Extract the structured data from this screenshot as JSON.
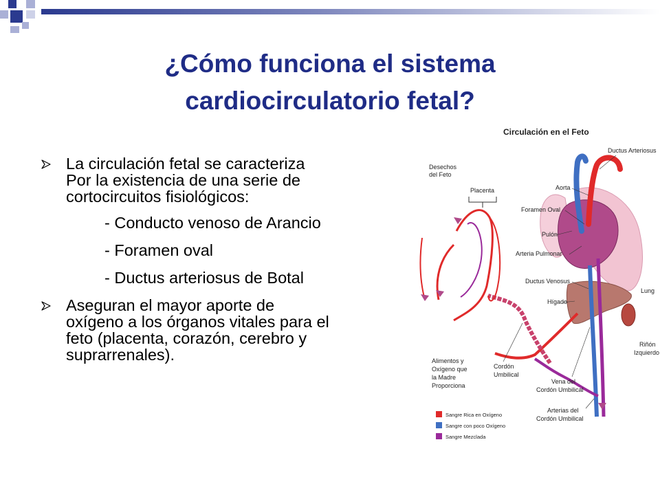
{
  "slide": {
    "title_lines": [
      "¿Cómo funciona el sistema",
      "cardiocirculatorio fetal?"
    ],
    "bullets": [
      {
        "lines": [
          "La circulación fetal se caracteriza",
          "Por la existencia de una serie de",
          "cortocircuitos fisiológicos:"
        ],
        "subitems": [
          "- Conducto venoso de Arancio",
          "- Foramen oval",
          "- Ductus arteriosus de Botal"
        ]
      },
      {
        "lines": [
          "Aseguran el mayor aporte de",
          "oxígeno a los órganos vitales para el",
          "feto (placenta, corazón, cerebro y",
          "suprarrenales)."
        ]
      }
    ]
  },
  "figure": {
    "title": "Circulación en el Feto",
    "labels": {
      "desechos": [
        "Desechos",
        "del Feto"
      ],
      "placenta": "Placenta",
      "ductus_arteriosus": "Ductus Arteriosus",
      "aorta": "Aorta",
      "foramen_oval": "Foramen Oval",
      "pulon": "Pulón",
      "arteria_pulmonar": "Arteria Pulmonar",
      "ductus_venosus": "Ductus Venosus",
      "higado": "Hígado",
      "lung": "Lung",
      "rinon": [
        "Riñón",
        "Izquierdo"
      ],
      "alimentos": [
        "Alimentos y",
        "Oxígeno que",
        "la Madre",
        "Proporciona"
      ],
      "cordon": [
        "Cordón",
        "Umbilical"
      ],
      "vena": [
        "Vena del",
        "Cordón Umbilical"
      ],
      "arterias": [
        "Arterias del",
        "Cordón Umbilical"
      ]
    },
    "legend": [
      {
        "label": "Sangre Rica en Oxígeno",
        "color": "#e02a2a"
      },
      {
        "label": "Sangre con poco Oxígeno",
        "color": "#3f6fc2"
      },
      {
        "label": "Sangre Mezclada",
        "color": "#9a2a9a"
      }
    ]
  }
}
